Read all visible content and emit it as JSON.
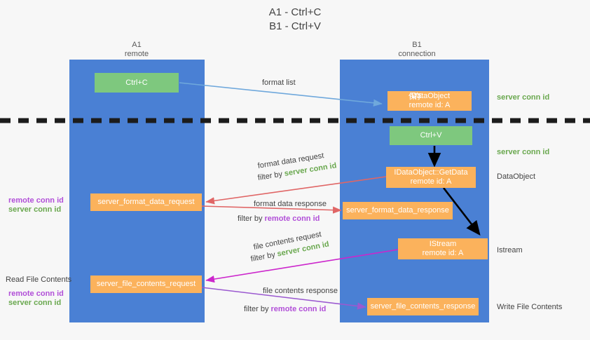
{
  "title": {
    "line1": "A1 - Ctrl+C",
    "line2": "B1 - Ctrl+V"
  },
  "columns": [
    {
      "name": "A1",
      "sub": "remote"
    },
    {
      "name": "B1",
      "sub": "connection"
    }
  ],
  "colors": {
    "lane": "#4a80d4",
    "orange": "#fbb25c",
    "green": "#7ec87e",
    "server_conn": "#6aa84f",
    "remote_conn": "#b14fd8",
    "divider": "#1c1c1c",
    "arrow_blue": "#6fa8dc",
    "arrow_red": "#e06666",
    "arrow_magenta": "#cc26cc",
    "arrow_purple": "#9b59d0",
    "arrow_black": "#000000"
  },
  "nodes": {
    "ctrl_c": {
      "label": "Ctrl+C"
    },
    "ctrl_v": {
      "label": "Ctrl+V"
    },
    "idataobject_top": {
      "prefix_cjk": "保存",
      "line1": "IDataObject",
      "line2": "remote id: A"
    },
    "getdata": {
      "line1": "IDataObject::GetData",
      "line2": "remote id: A"
    },
    "istream": {
      "line1": "IStream",
      "line2": "remote id: A"
    },
    "fmt_req": {
      "label": "server_format_data_request"
    },
    "fmt_res": {
      "label": "server_format_data_response"
    },
    "file_req": {
      "label": "server_file_contents_request"
    },
    "file_res": {
      "label": "server_file_contents_response"
    }
  },
  "right_labels": {
    "server_conn_1": "server conn id",
    "server_conn_2": "server conn id",
    "dataobject": "DataObject",
    "istream": "Istream",
    "write_file_contents": "Write File Contents"
  },
  "left_labels": {
    "remote_conn_1": "remote conn id",
    "server_conn_1": "server conn id",
    "read_file_contents": "Read File Contents",
    "remote_conn_2": "remote conn id",
    "server_conn_2": "server conn id"
  },
  "edges": {
    "format_list": "format list",
    "fmt_data_request": "format data request",
    "fmt_data_request_filter_prefix": "filter by ",
    "fmt_data_request_filter_value": "server conn id",
    "fmt_data_response": "format data response",
    "fmt_data_response_filter_prefix": "filter by ",
    "fmt_data_response_filter_value": "remote conn id",
    "file_contents_request": "file contents request",
    "file_contents_request_filter_prefix": "filter by ",
    "file_contents_request_filter_value": "server conn id",
    "file_contents_response": "file contents response",
    "file_contents_response_filter_prefix": "filter by ",
    "file_contents_response_filter_value": "remote conn id"
  }
}
